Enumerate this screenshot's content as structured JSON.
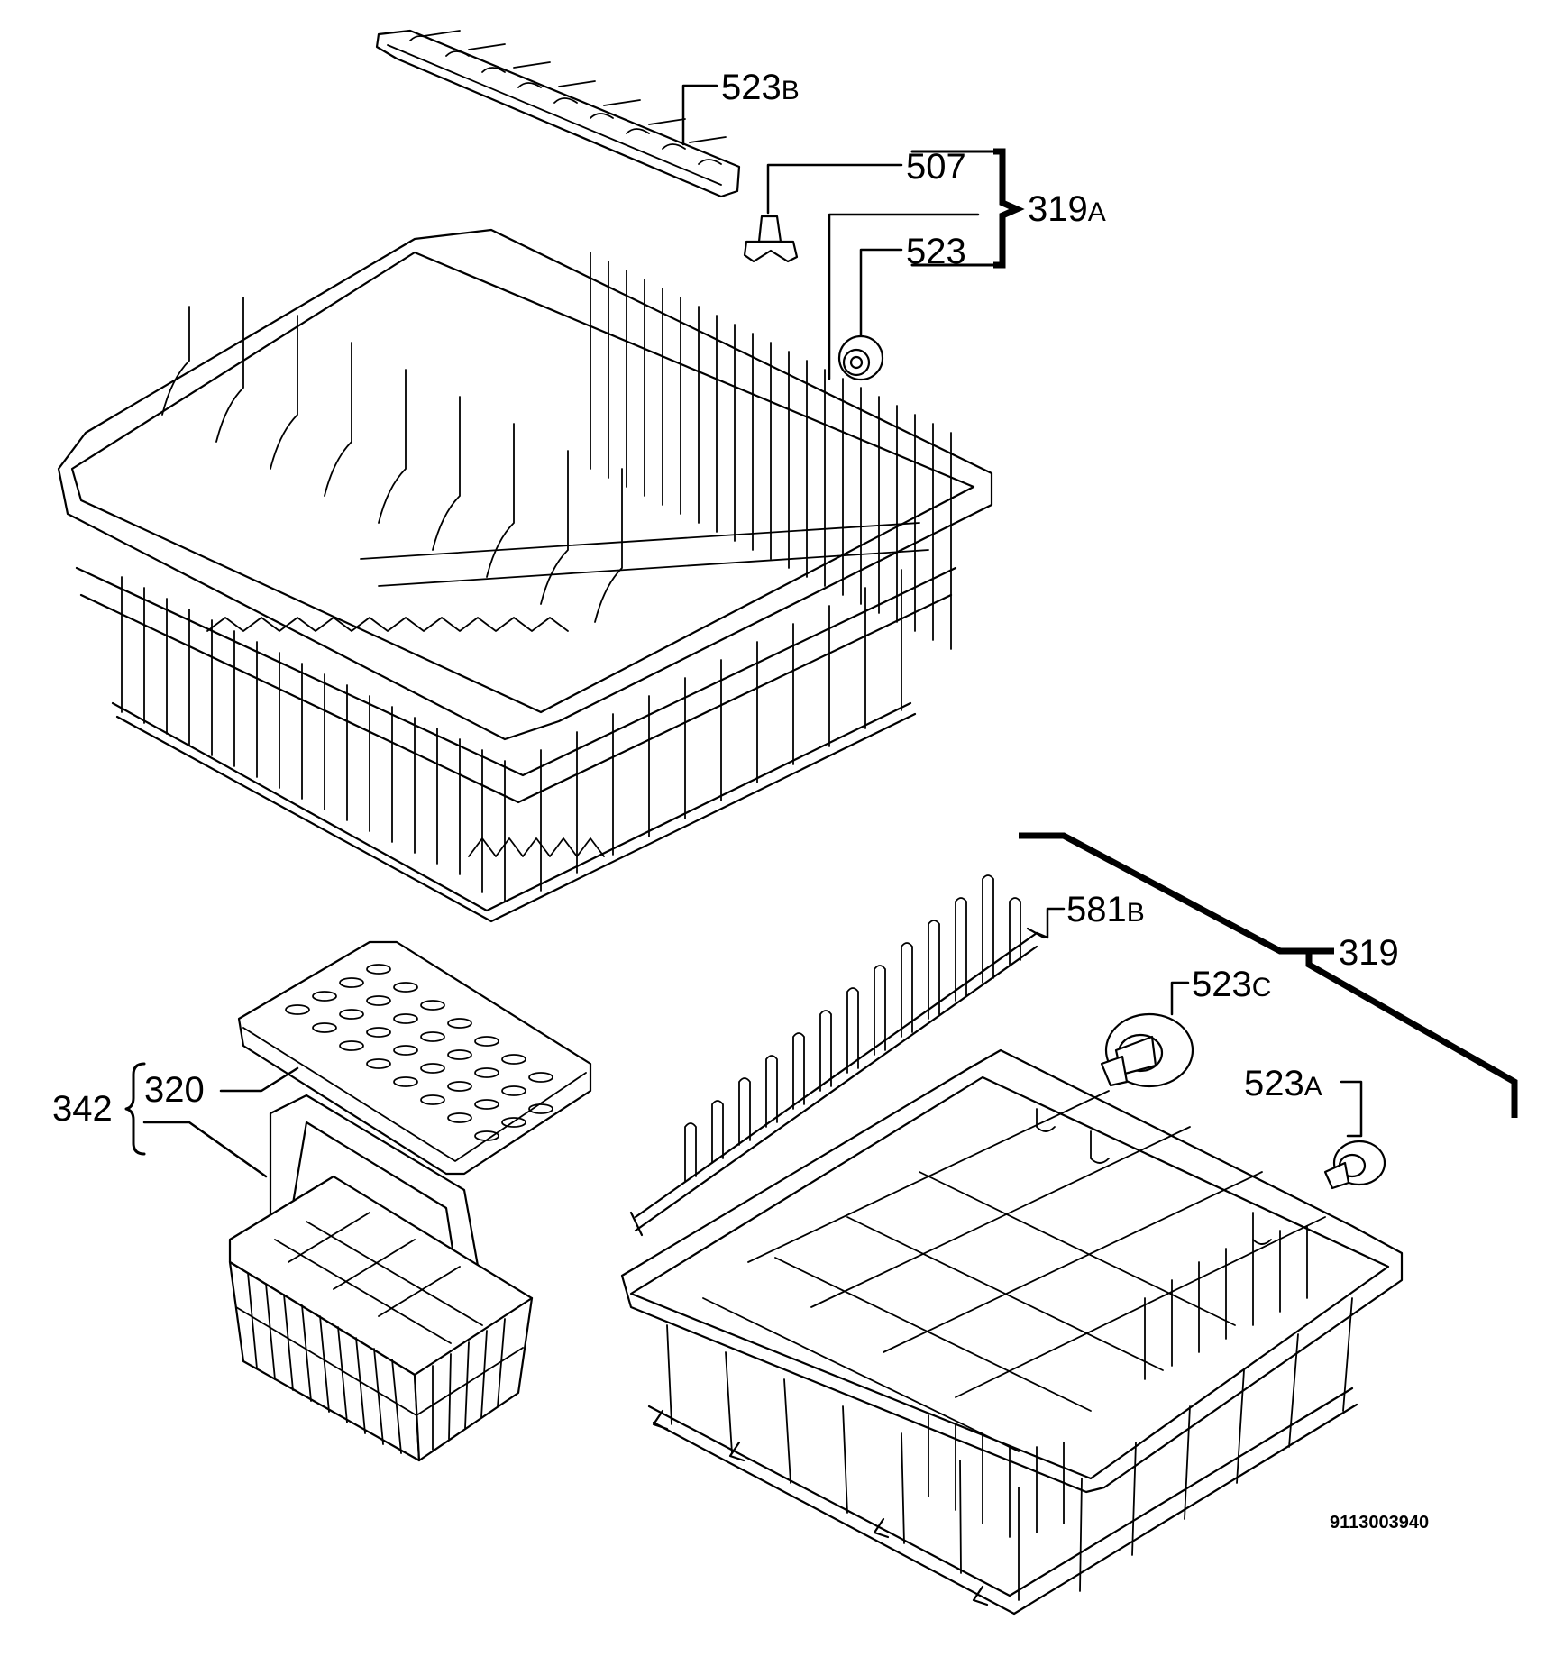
{
  "labels": {
    "p523B": {
      "main": "523",
      "suffix": "B"
    },
    "p507": {
      "main": "507"
    },
    "p319A": {
      "main": "319",
      "suffix": "A"
    },
    "p523": {
      "main": "523"
    },
    "p581B": {
      "main": "581",
      "suffix": "B"
    },
    "p319": {
      "main": "319"
    },
    "p523C": {
      "main": "523",
      "suffix": "C"
    },
    "p523A": {
      "main": "523",
      "suffix": "A"
    },
    "p342": {
      "main": "342"
    },
    "p320": {
      "main": "320"
    }
  },
  "diagram_code": "9113003940"
}
